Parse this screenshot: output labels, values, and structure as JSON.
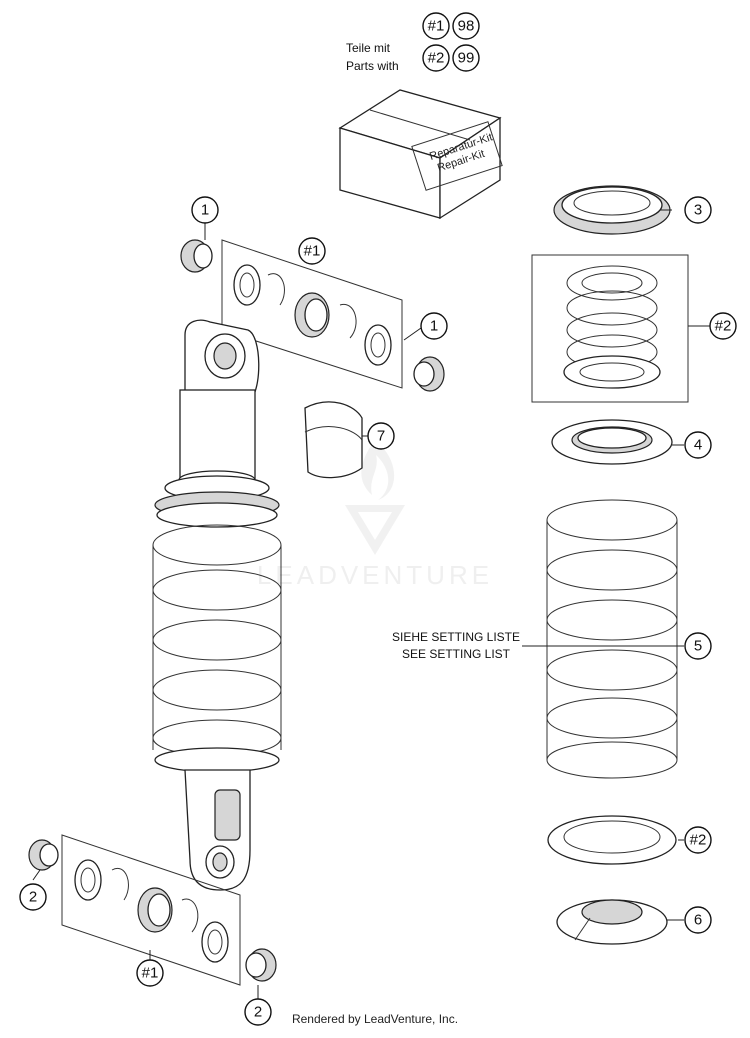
{
  "header": {
    "teile_mit": "Teile mit",
    "parts_with": "Parts with",
    "kit1_code": "#1",
    "kit1_number": "98",
    "kit2_code": "#2",
    "kit2_number": "99"
  },
  "repair_kit": {
    "line1": "Reparatur-Kit",
    "line2": "Repair-Kit"
  },
  "setting_note": {
    "line1": "SIEHE SETTING LISTE",
    "line2": "SEE SETTING LIST"
  },
  "callouts": {
    "c1_top": "1",
    "c1_right": "1",
    "kit1_top": "#1",
    "c2_left": "2",
    "c2_bottom": "2",
    "kit1_bottom": "#1",
    "c3": "3",
    "kit2_springs": "#2",
    "c4": "4",
    "c5": "5",
    "kit2_washer": "#2",
    "c6": "6",
    "c7": "7"
  },
  "watermark": {
    "text": "LEADVENTURE"
  },
  "footer": {
    "text": "Rendered by LeadVenture, Inc."
  },
  "colors": {
    "line": "#222222",
    "shade": "#d6d6d6",
    "watermark": "#e6e6e6"
  }
}
